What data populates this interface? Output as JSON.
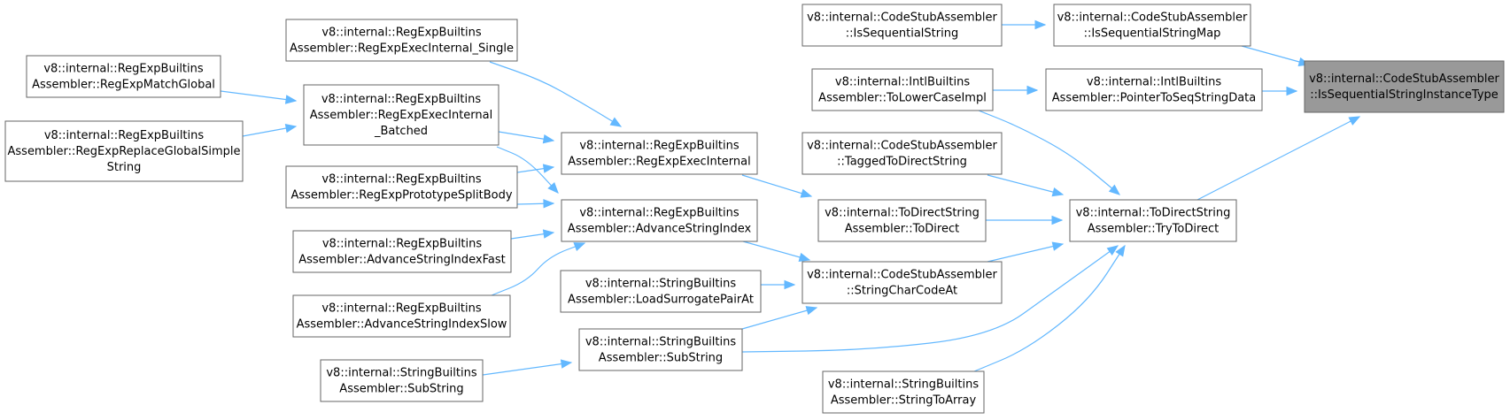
{
  "graph": {
    "colors": {
      "edge": "#63b8ff",
      "root_fill": "#999999",
      "node_border": "#666666",
      "node_fill": "#ffffff"
    },
    "nodes": [
      {
        "id": "n0",
        "lines": [
          "v8::internal::CodeStubAssembler",
          "::IsSequentialStringInstanceType"
        ],
        "root": true
      },
      {
        "id": "n1",
        "lines": [
          "v8::internal::CodeStubAssembler",
          "::IsSequentialStringMap"
        ]
      },
      {
        "id": "n2",
        "lines": [
          "v8::internal::CodeStubAssembler",
          "::IsSequentialString"
        ]
      },
      {
        "id": "n3",
        "lines": [
          "v8::internal::IntlBuiltins",
          "Assembler::PointerToSeqStringData"
        ]
      },
      {
        "id": "n4",
        "lines": [
          "v8::internal::IntlBuiltins",
          "Assembler::ToLowerCaseImpl"
        ]
      },
      {
        "id": "n5",
        "lines": [
          "v8::internal::ToDirectString",
          "Assembler::TryToDirect"
        ]
      },
      {
        "id": "n6",
        "lines": [
          "v8::internal::CodeStubAssembler",
          "::TaggedToDirectString"
        ]
      },
      {
        "id": "n7",
        "lines": [
          "v8::internal::ToDirectString",
          "Assembler::ToDirect"
        ]
      },
      {
        "id": "n8",
        "lines": [
          "v8::internal::CodeStubAssembler",
          "::StringCharCodeAt"
        ]
      },
      {
        "id": "n9",
        "lines": [
          "v8::internal::StringBuiltins",
          "Assembler::StringToArray"
        ]
      },
      {
        "id": "n10",
        "lines": [
          "v8::internal::StringBuiltins",
          "Assembler::SubString"
        ]
      },
      {
        "id": "n11",
        "lines": [
          "v8::internal::RegExpBuiltins",
          "Assembler::RegExpExecInternal"
        ]
      },
      {
        "id": "n12",
        "lines": [
          "v8::internal::RegExpBuiltins",
          "Assembler::AdvanceStringIndex"
        ]
      },
      {
        "id": "n13",
        "lines": [
          "v8::internal::StringBuiltins",
          "Assembler::LoadSurrogatePairAt"
        ]
      },
      {
        "id": "n14",
        "lines": [
          "v8::internal::RegExpBuiltins",
          "Assembler::RegExpExecInternal_Single"
        ]
      },
      {
        "id": "n15",
        "lines": [
          "v8::internal::RegExpBuiltins",
          "Assembler::RegExpExecInternal",
          "_Batched"
        ]
      },
      {
        "id": "n16",
        "lines": [
          "v8::internal::RegExpBuiltins",
          "Assembler::RegExpPrototypeSplitBody"
        ]
      },
      {
        "id": "n17",
        "lines": [
          "v8::internal::RegExpBuiltins",
          "Assembler::AdvanceStringIndexFast"
        ]
      },
      {
        "id": "n18",
        "lines": [
          "v8::internal::RegExpBuiltins",
          "Assembler::AdvanceStringIndexSlow"
        ]
      },
      {
        "id": "n19",
        "lines": [
          "v8::internal::StringBuiltins",
          "Assembler::SubString"
        ]
      },
      {
        "id": "n20",
        "lines": [
          "v8::internal::RegExpBuiltins",
          "Assembler::RegExpMatchGlobal"
        ]
      },
      {
        "id": "n21",
        "lines": [
          "v8::internal::RegExpBuiltins",
          "Assembler::RegExpReplaceGlobalSimple",
          "String"
        ]
      }
    ],
    "edges": [
      {
        "from": "n1",
        "to": "n0"
      },
      {
        "from": "n2",
        "to": "n1"
      },
      {
        "from": "n3",
        "to": "n0"
      },
      {
        "from": "n4",
        "to": "n3"
      },
      {
        "from": "n5",
        "to": "n0"
      },
      {
        "from": "n4",
        "to": "n5"
      },
      {
        "from": "n6",
        "to": "n5"
      },
      {
        "from": "n7",
        "to": "n5"
      },
      {
        "from": "n8",
        "to": "n5"
      },
      {
        "from": "n9",
        "to": "n5"
      },
      {
        "from": "n10",
        "to": "n5"
      },
      {
        "from": "n11",
        "to": "n7"
      },
      {
        "from": "n12",
        "to": "n8"
      },
      {
        "from": "n13",
        "to": "n8"
      },
      {
        "from": "n10",
        "to": "n8"
      },
      {
        "from": "n14",
        "to": "n11"
      },
      {
        "from": "n15",
        "to": "n11"
      },
      {
        "from": "n16",
        "to": "n11"
      },
      {
        "from": "n15",
        "to": "n12"
      },
      {
        "from": "n16",
        "to": "n12"
      },
      {
        "from": "n17",
        "to": "n12"
      },
      {
        "from": "n18",
        "to": "n12"
      },
      {
        "from": "n19",
        "to": "n10"
      },
      {
        "from": "n20",
        "to": "n15"
      },
      {
        "from": "n21",
        "to": "n15"
      }
    ]
  }
}
